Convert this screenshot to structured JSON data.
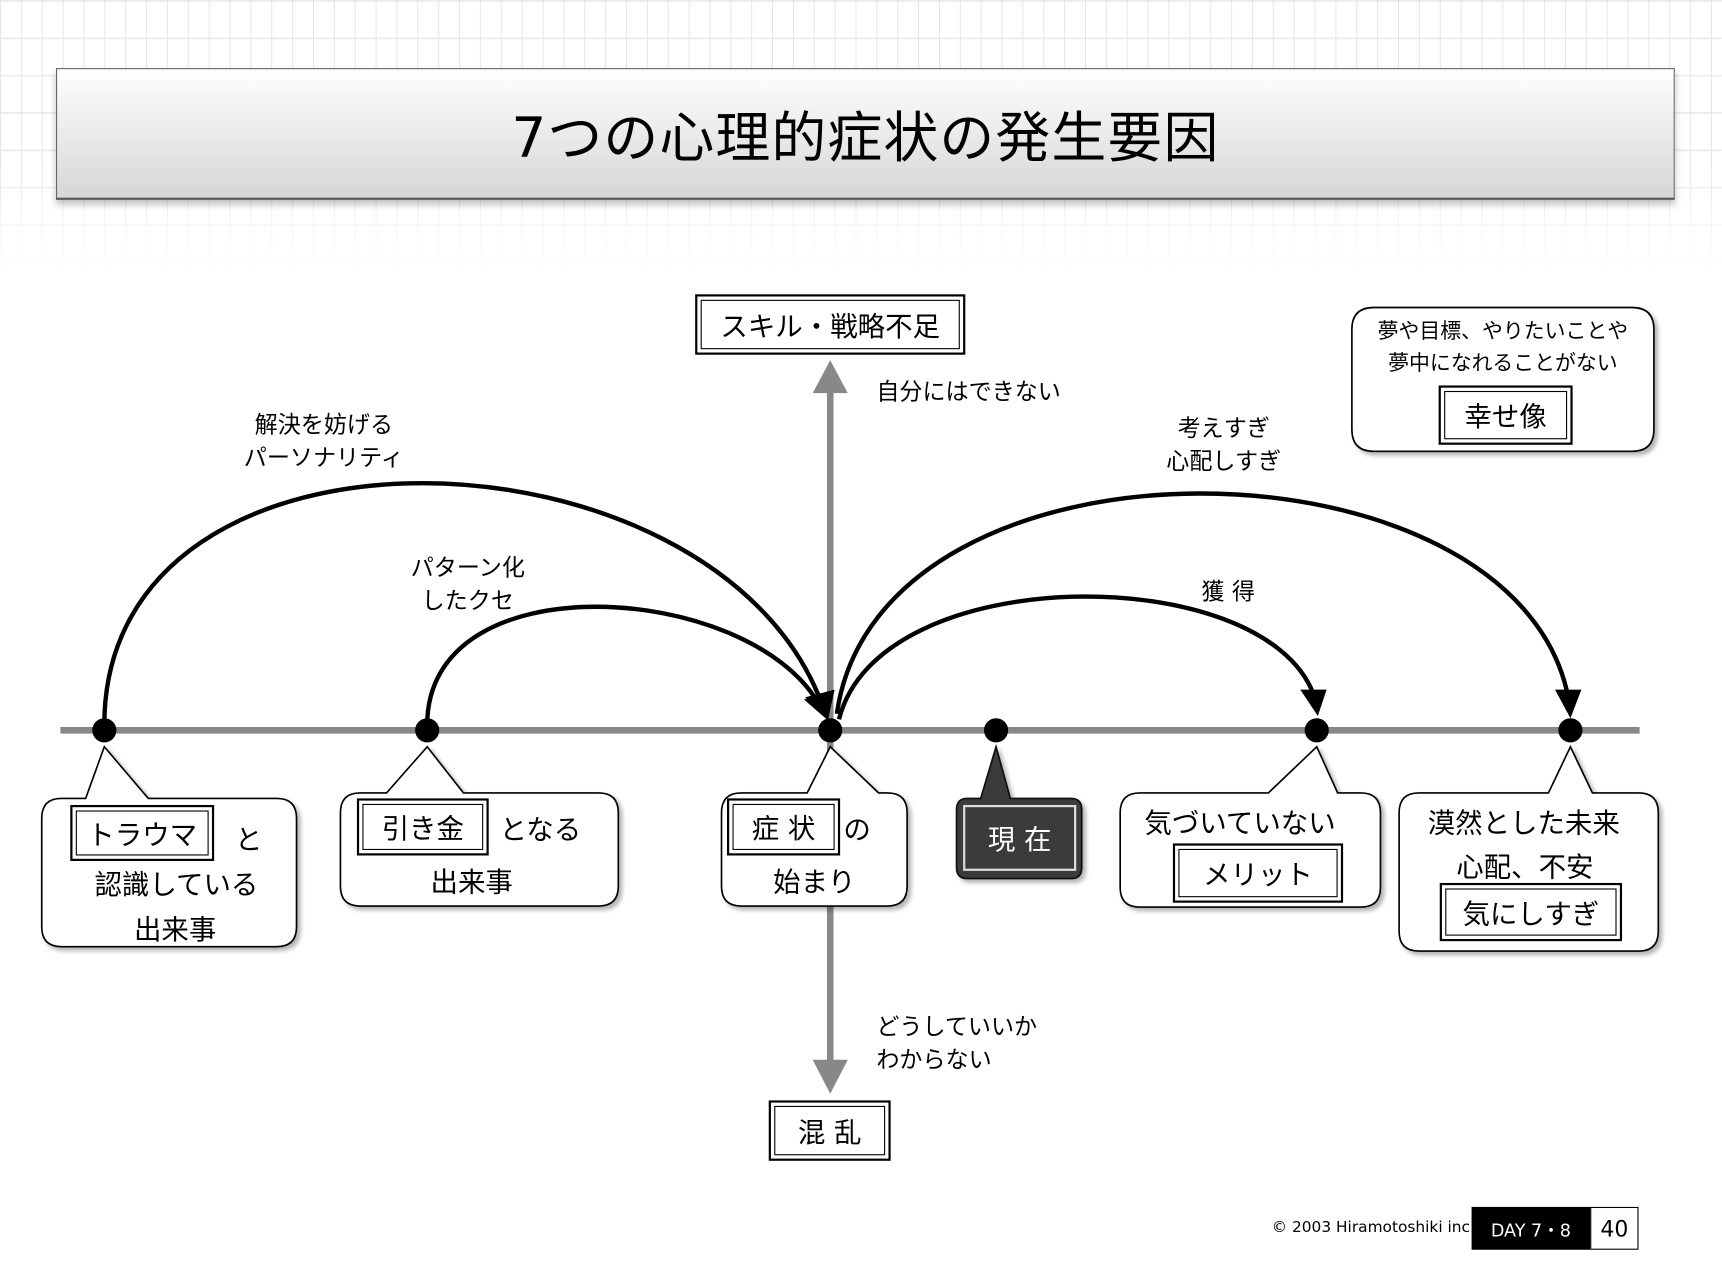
{
  "title": "7つの心理的症状の発生要因",
  "axis": {
    "top_box": "スキル・戦略不足",
    "top_label": "自分にはできない",
    "bottom_box": "混 乱",
    "bottom_label": [
      "どうしていいか",
      "わからない"
    ]
  },
  "arcs": {
    "outer_left": [
      "解決を妨げる",
      "パーソナリティ"
    ],
    "inner_left": [
      "パターン化",
      "したクセ"
    ],
    "outer_right": [
      "考えすぎ",
      "心配しすぎ"
    ],
    "inner_right": "獲 得"
  },
  "callouts": {
    "trauma": {
      "box": "トラウマ",
      "after": "と",
      "lines": [
        "認識している",
        "出来事"
      ]
    },
    "trigger": {
      "box": "引き金",
      "after": "となる",
      "line": "出来事"
    },
    "symptom": {
      "box": "症 状",
      "after": "の",
      "line": "始まり"
    },
    "present": {
      "box": "現 在"
    },
    "merit": {
      "line": "気づいていない",
      "box": "メリット"
    },
    "future": {
      "line1": "漠然とした未来",
      "line2": "心配、不安",
      "box": "気にしすぎ"
    }
  },
  "happiness": {
    "lines": [
      "夢や目標、やりたいことや",
      "夢中になれることがない"
    ],
    "box": "幸せ像"
  },
  "footer": {
    "copyright": "© 2003 Hiramotoshiki inc.",
    "day": "DAY 7・8",
    "page": "40"
  },
  "colors": {
    "axis": "#888888",
    "present_bg": "#3a3a3a"
  }
}
